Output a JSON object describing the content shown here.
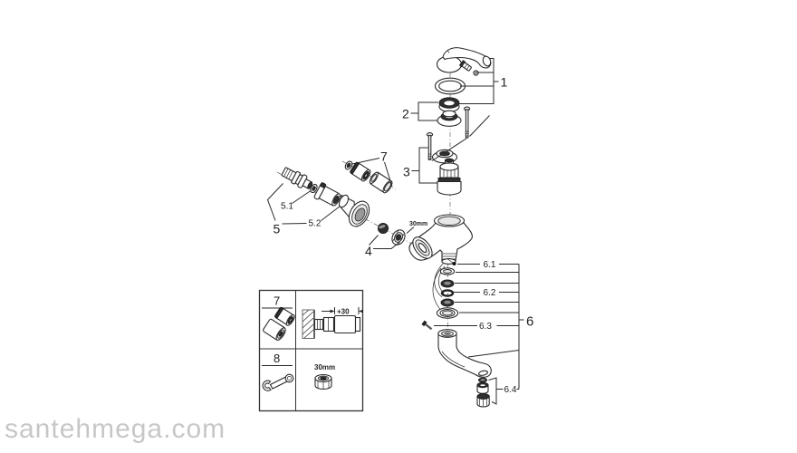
{
  "watermark": "santehmega.com",
  "diagram": {
    "callouts": {
      "n1": "1",
      "n2": "2",
      "n3": "3",
      "n4": "4",
      "n5": "5",
      "n5_1": "5.1",
      "n5_2": "5.2",
      "n6": "6",
      "n6_1": "6.1",
      "n6_2": "6.2",
      "n6_3": "6.3",
      "n6_4": "6.4",
      "n7": "7",
      "size_30mm": "30mm"
    },
    "inset": {
      "n7": "7",
      "n8": "8",
      "dim_plus30": "+30",
      "size_30mm": "30mm"
    }
  }
}
